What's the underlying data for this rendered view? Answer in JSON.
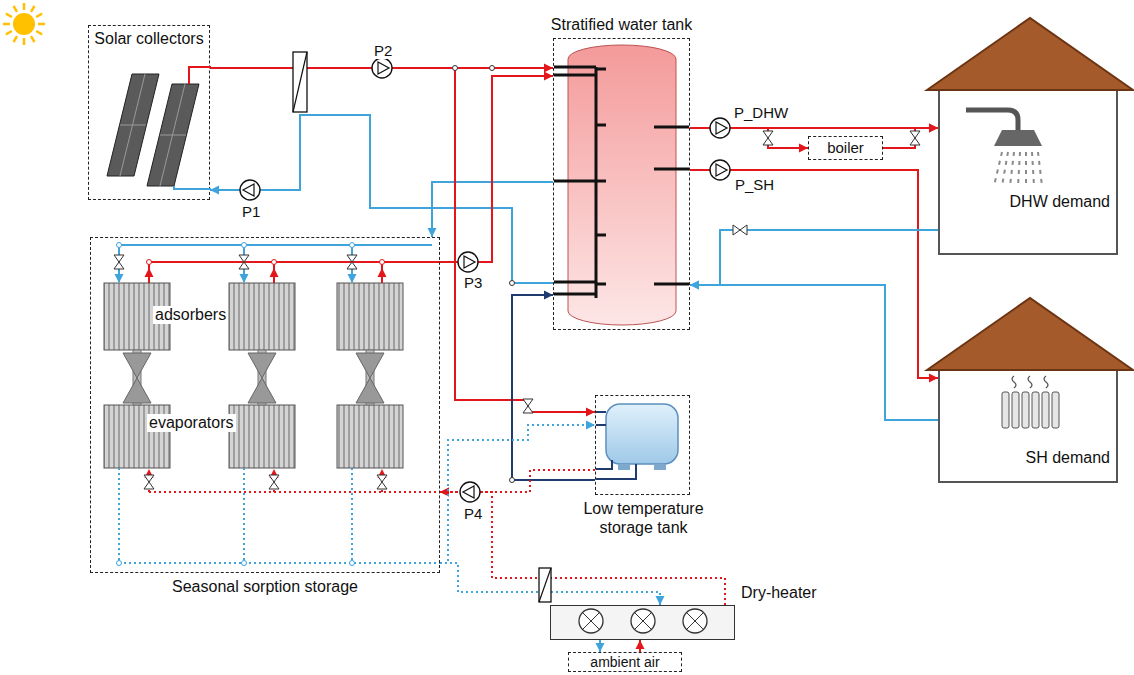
{
  "diagram": {
    "nodes": [
      {
        "text": [
          "Solar collectors"
        ]
      },
      {
        "text": [
          "Stratified water tank"
        ]
      },
      {
        "text": [
          "Seasonal sorption storage"
        ]
      },
      {
        "text": [
          "Low temperature storage tank"
        ]
      },
      {
        "text": [
          "boiler"
        ]
      },
      {
        "text": [
          "DHW demand"
        ]
      },
      {
        "text": [
          "SH demand"
        ]
      },
      {
        "text": [
          "Dry-heater"
        ]
      },
      {
        "text": [
          "ambient air"
        ]
      }
    ],
    "edges": [
      {
        "from": 0,
        "to": 1,
        "arrow": "to"
      },
      {
        "from": 1,
        "to": 0,
        "arrow": "to"
      },
      {
        "from": 1,
        "to": 4,
        "arrow": "to"
      },
      {
        "from": 4,
        "to": 5,
        "arrow": "to"
      },
      {
        "from": 1,
        "to": 5,
        "arrow": "to"
      },
      {
        "from": 1,
        "to": 6,
        "arrow": "to"
      },
      {
        "from": 5,
        "to": 1,
        "arrow": "to"
      },
      {
        "from": 6,
        "to": 1,
        "arrow": "to"
      },
      {
        "from": 1,
        "to": 2,
        "arrow": "to"
      },
      {
        "from": 2,
        "to": 1,
        "arrow": "to"
      },
      {
        "from": 0,
        "to": 3,
        "arrow": "to"
      },
      {
        "from": 3,
        "to": 1,
        "arrow": "to"
      },
      {
        "from": 3,
        "to": 2,
        "arrow": "to"
      },
      {
        "from": 7,
        "to": 2,
        "arrow": "to"
      },
      {
        "from": 2,
        "to": 3,
        "arrow": "to"
      },
      {
        "from": 2,
        "to": 7,
        "arrow": "to"
      },
      {
        "from": 8,
        "to": 7,
        "arrow": "to"
      },
      {
        "from": 7,
        "to": 8,
        "arrow": "to"
      }
    ],
    "labels": [
      "P1",
      "P2",
      "P3",
      "P4",
      "P_DHW",
      "P_SH",
      "adsorbers",
      "evaporators"
    ]
  }
}
